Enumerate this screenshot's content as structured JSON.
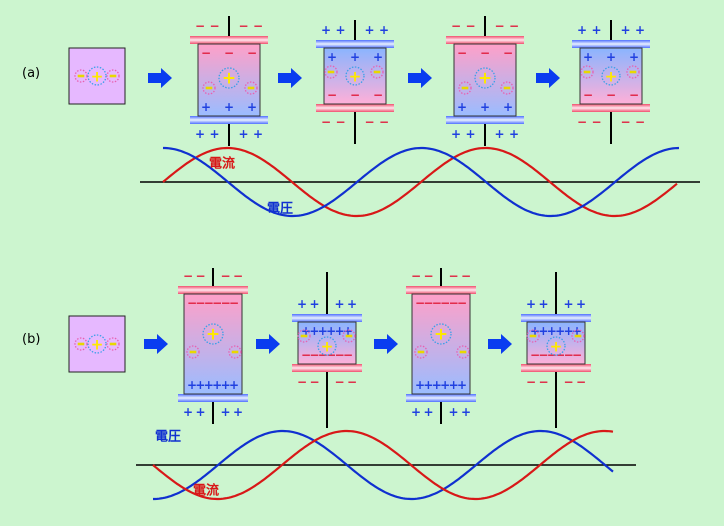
{
  "panels": [
    {
      "label": "(a)",
      "current_label": "電流",
      "voltage_label": "電圧"
    },
    {
      "label": "(b)",
      "current_label": "電流",
      "voltage_label": "電圧"
    }
  ],
  "symbols": {
    "plus": "+",
    "minus": "−"
  },
  "colors": {
    "background": "#ccf5cf",
    "voltage": "#1030d0",
    "current": "#d81818",
    "arrow": "#0a3cf0",
    "positive_plate": "#2040e0",
    "negative_plate": "#e02040",
    "ion_outline": "#3aa0e8",
    "ion_plus": "#ffe800"
  }
}
